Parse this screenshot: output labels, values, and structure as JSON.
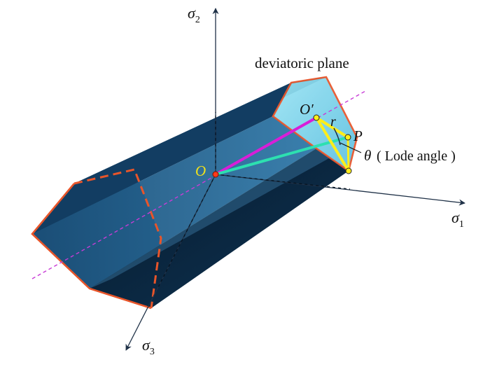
{
  "axes": {
    "sigma1": {
      "symbol": "σ",
      "subscript": "1"
    },
    "sigma2": {
      "symbol": "σ",
      "subscript": "2"
    },
    "sigma3": {
      "symbol": "σ",
      "subscript": "3"
    }
  },
  "labels": {
    "deviatoric_plane": "deviatoric plane",
    "origin": "O",
    "plane_center": "O′",
    "radius": "r",
    "point": "P",
    "theta_symbol": "θ",
    "theta_desc": "( Lode angle )"
  },
  "colors": {
    "prism_dark": "#0c2a44",
    "prism_face": "#15466e",
    "prism_light": "#3c86b8",
    "deviatoric_face": "#7fd3ea",
    "edge": "#e8552a",
    "hydrostatic_axis": "#c83cd6",
    "oo_prime": "#d81ed8",
    "op_line": "#2de0b0",
    "r_line": "#ffee1a",
    "origin_dot": "#ff3a1a",
    "axis": "#1f3147",
    "origin_label": "#f2e21a"
  }
}
